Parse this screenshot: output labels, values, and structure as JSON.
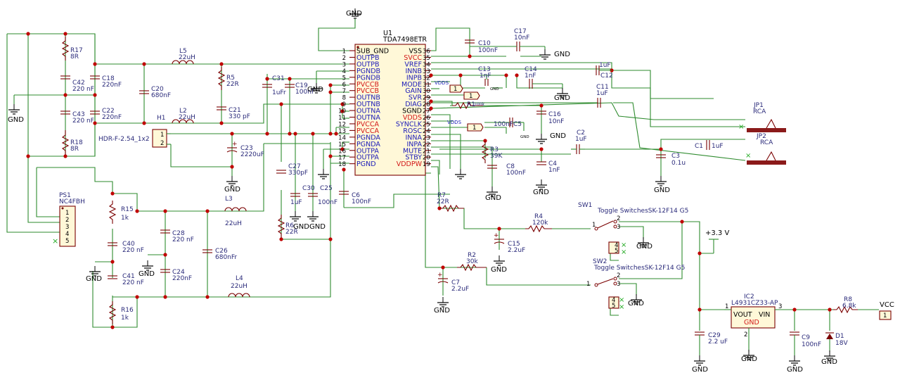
{
  "u1": {
    "ref": "U1",
    "part": "TDA7498ETR",
    "left_pins": [
      {
        "num": "1",
        "name": "SUB_GND"
      },
      {
        "num": "2",
        "name": "OUTPB"
      },
      {
        "num": "3",
        "name": "OUTPB"
      },
      {
        "num": "4",
        "name": "PGNDB"
      },
      {
        "num": "5",
        "name": "PGNDB"
      },
      {
        "num": "6",
        "name": "PVCCB"
      },
      {
        "num": "7",
        "name": "PVCCB"
      },
      {
        "num": "8",
        "name": "OUTNB"
      },
      {
        "num": "9",
        "name": "OUTNB"
      },
      {
        "num": "10",
        "name": "OUTNA"
      },
      {
        "num": "11",
        "name": "OUTNA"
      },
      {
        "num": "12",
        "name": "PVCCA"
      },
      {
        "num": "13",
        "name": "PVCCA"
      },
      {
        "num": "14",
        "name": "PGNDA"
      },
      {
        "num": "15",
        "name": "PGNDA"
      },
      {
        "num": "16",
        "name": "OUTPA"
      },
      {
        "num": "17",
        "name": "OUTPA"
      },
      {
        "num": "18",
        "name": "PGND"
      }
    ],
    "right_pins": [
      {
        "num": "36",
        "name": "VSS"
      },
      {
        "num": "35",
        "name": "SVCC"
      },
      {
        "num": "34",
        "name": "VREF"
      },
      {
        "num": "33",
        "name": "INNB"
      },
      {
        "num": "32",
        "name": "INPB"
      },
      {
        "num": "31",
        "name": "MODE"
      },
      {
        "num": "30",
        "name": "GAIN"
      },
      {
        "num": "29",
        "name": "SVR"
      },
      {
        "num": "28",
        "name": "DIAG"
      },
      {
        "num": "27",
        "name": "SGND"
      },
      {
        "num": "26",
        "name": "VDDS"
      },
      {
        "num": "25",
        "name": "SYNCLK"
      },
      {
        "num": "24",
        "name": "ROSC"
      },
      {
        "num": "23",
        "name": "INNA"
      },
      {
        "num": "22",
        "name": "INPA"
      },
      {
        "num": "21",
        "name": "MUTE"
      },
      {
        "num": "20",
        "name": "STBY"
      },
      {
        "num": "19",
        "name": "VDDPW"
      }
    ]
  },
  "components": [
    {
      "id": "R17",
      "ref": "R17",
      "value": "8R"
    },
    {
      "id": "R18",
      "ref": "R18",
      "value": "8R"
    },
    {
      "id": "C42",
      "ref": "C42",
      "value": "220 nF"
    },
    {
      "id": "C43",
      "ref": "C43",
      "value": "220 nF"
    },
    {
      "id": "C18",
      "ref": "C18",
      "value": "220nF"
    },
    {
      "id": "C22",
      "ref": "C22",
      "value": "220nF"
    },
    {
      "id": "C20",
      "ref": "C20",
      "value": "680nF"
    },
    {
      "id": "L5",
      "ref": "L5",
      "value": "22uH"
    },
    {
      "id": "L2",
      "ref": "L2",
      "value": "22uH"
    },
    {
      "id": "R5",
      "ref": "R5",
      "value": "22R"
    },
    {
      "id": "C21",
      "ref": "C21",
      "value": "330 pF"
    },
    {
      "id": "C31",
      "ref": "C31",
      "value": "1uFr"
    },
    {
      "id": "C19",
      "ref": "C19",
      "value": "100nF"
    },
    {
      "id": "C23",
      "ref": "C23",
      "value": "2220uF"
    },
    {
      "id": "C27",
      "ref": "C27",
      "value": "330pF"
    },
    {
      "id": "R6",
      "ref": "R6",
      "value": "22R"
    },
    {
      "id": "C30",
      "ref": "C30",
      "value": "1uF"
    },
    {
      "id": "C25",
      "ref": "C25",
      "value": "100nF"
    },
    {
      "id": "C6",
      "ref": "C6",
      "value": "100nF"
    },
    {
      "id": "L3",
      "ref": "L3",
      "value": "22uH"
    },
    {
      "id": "L4",
      "ref": "L4",
      "value": "22uH"
    },
    {
      "id": "R15",
      "ref": "R15",
      "value": "1k"
    },
    {
      "id": "R16",
      "ref": "R16",
      "value": "1k"
    },
    {
      "id": "C40",
      "ref": "C40",
      "value": "220 nF"
    },
    {
      "id": "C41",
      "ref": "C41",
      "value": "220 nF"
    },
    {
      "id": "C28",
      "ref": "C28",
      "value": "220 nF"
    },
    {
      "id": "C24",
      "ref": "C24",
      "value": "220nF"
    },
    {
      "id": "C26",
      "ref": "C26",
      "value": "680nFr"
    },
    {
      "id": "C10",
      "ref": "C10",
      "value": "100nF"
    },
    {
      "id": "C17",
      "ref": "C17",
      "value": "10nF"
    },
    {
      "id": "C13",
      "ref": "C13",
      "value": "1nF"
    },
    {
      "id": "C14",
      "ref": "C14",
      "value": "1nF"
    },
    {
      "id": "C12",
      "ref": "C12",
      "value": "1uF"
    },
    {
      "id": "C11",
      "ref": "C11",
      "value": "1uF"
    },
    {
      "id": "R1",
      "ref": "R1",
      "value": "100k"
    },
    {
      "id": "C16",
      "ref": "C16",
      "value": "10nF"
    },
    {
      "id": "C5",
      "ref": "C5",
      "value": "100nF"
    },
    {
      "id": "R3",
      "ref": "R3",
      "value": "39K"
    },
    {
      "id": "C8",
      "ref": "C8",
      "value": "100nF"
    },
    {
      "id": "C4",
      "ref": "C4",
      "value": "1nF"
    },
    {
      "id": "C2",
      "ref": "C2",
      "value": "1uF"
    },
    {
      "id": "C1",
      "ref": "C1",
      "value": "1uF"
    },
    {
      "id": "C3",
      "ref": "C3",
      "value": "0.1u"
    },
    {
      "id": "R7",
      "ref": "R7",
      "value": "22R"
    },
    {
      "id": "R4",
      "ref": "R4",
      "value": "120k"
    },
    {
      "id": "C15",
      "ref": "C15",
      "value": "2.2uF"
    },
    {
      "id": "R2",
      "ref": "R2",
      "value": "30k"
    },
    {
      "id": "C7",
      "ref": "C7",
      "value": "2.2uF"
    },
    {
      "id": "C29",
      "ref": "C29",
      "value": "2.2 uF"
    },
    {
      "id": "C9",
      "ref": "C9",
      "value": "100nF"
    },
    {
      "id": "R8",
      "ref": "R8",
      "value": "6.8k"
    },
    {
      "id": "D1",
      "ref": "D1",
      "value": "18V"
    }
  ],
  "h1": {
    "ref": "H1",
    "part": "HDR-F-2.54_1x2",
    "pin1": "1",
    "pin2": "2"
  },
  "ps1": {
    "ref": "PS1",
    "part": "NC4FBH",
    "pins": [
      "1",
      "2",
      "3",
      "4",
      "5"
    ]
  },
  "sw1": {
    "ref": "SW1",
    "part": "Toggle SwitchesSK-12F14 G5"
  },
  "sw2": {
    "ref": "SW2",
    "part": "Toggle SwitchesSK-12F14 G5"
  },
  "ic2": {
    "ref": "IC2",
    "part": "L4931CZ33-AP",
    "vout": "VOUT",
    "vin": "VIN",
    "gnd": "GND",
    "pin1": "1",
    "pin2": "2",
    "pin3": "3"
  },
  "jp1": {
    "ref": "JP1",
    "part": "RCA"
  },
  "jp2": {
    "ref": "JP2",
    "part": "RCA"
  },
  "power": {
    "gnd": "GND",
    "v33": "+3.3 V",
    "vcc": "VCC",
    "vcc_pin": "1"
  },
  "net_labels": {
    "vdds": "VDDS",
    "vdds_pin26": "VDDS",
    "gnd_small": "GND",
    "flag": "1"
  }
}
